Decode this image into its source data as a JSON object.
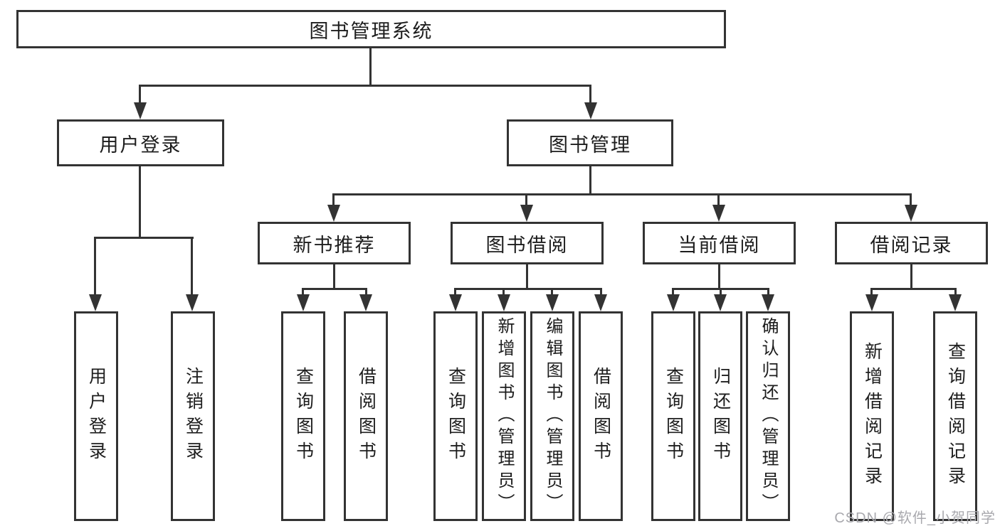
{
  "diagram": {
    "title": "图书管理系统",
    "branches": [
      {
        "label": "用户登录",
        "children": [
          {
            "label": "用户登录"
          },
          {
            "label": "注销登录"
          }
        ]
      },
      {
        "label": "图书管理",
        "children": [
          {
            "label": "新书推荐",
            "children": [
              {
                "label": "查询图书"
              },
              {
                "label": "借阅图书"
              }
            ]
          },
          {
            "label": "图书借阅",
            "children": [
              {
                "label": "查询图书"
              },
              {
                "label": "新增图书（管理员）"
              },
              {
                "label": "编辑图书（管理员）"
              },
              {
                "label": "借阅图书"
              }
            ]
          },
          {
            "label": "当前借阅",
            "children": [
              {
                "label": "查询图书"
              },
              {
                "label": "归还图书"
              },
              {
                "label": "确认归还（管理员）"
              }
            ]
          },
          {
            "label": "借阅记录",
            "children": [
              {
                "label": "新增借阅记录"
              },
              {
                "label": "查询借阅记录"
              }
            ]
          }
        ]
      }
    ],
    "line_color": "#333333",
    "watermark": "CSDN @软件_小贺同学"
  }
}
